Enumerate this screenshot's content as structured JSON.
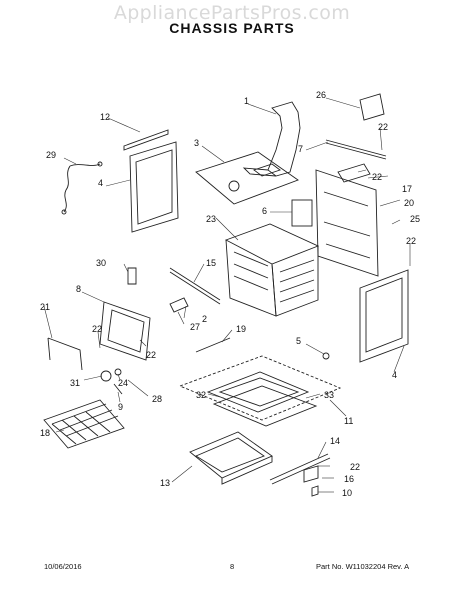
{
  "watermark": "AppliancePartsPros.com",
  "title": "CHASSIS PARTS",
  "callouts": {
    "c1": "1",
    "c2": "2",
    "c3": "3",
    "c4a": "4",
    "c4b": "4",
    "c5": "5",
    "c6": "6",
    "c7": "7",
    "c8": "8",
    "c9": "9",
    "c10": "10",
    "c11": "11",
    "c12": "12",
    "c13": "13",
    "c14": "14",
    "c15": "15",
    "c16": "16",
    "c17": "17",
    "c18": "18",
    "c19": "19",
    "c20": "20",
    "c21": "21",
    "c22a": "22",
    "c22b": "22",
    "c22c": "22",
    "c22d": "22",
    "c22e": "22",
    "c22f": "22",
    "c23": "23",
    "c24": "24",
    "c25": "25",
    "c26": "26",
    "c27": "27",
    "c28": "28",
    "c29": "29",
    "c30": "30",
    "c31": "31",
    "c32": "32",
    "c33": "33"
  },
  "footer": {
    "date": "10/06/2016",
    "page": "8",
    "part_no": "Part No. W11032204  Rev. A"
  }
}
